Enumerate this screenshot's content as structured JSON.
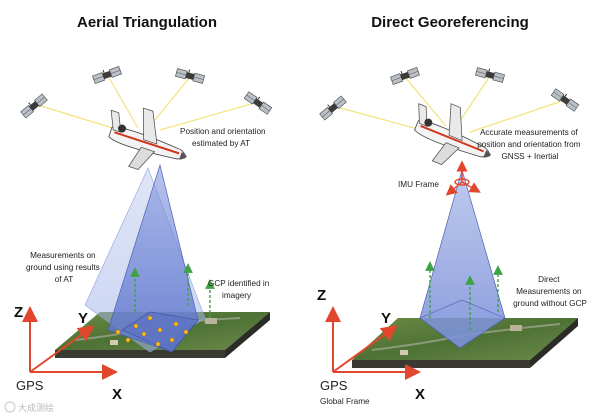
{
  "left_panel": {
    "title": "Aerial Triangulation",
    "annotations": {
      "position": [
        "Position and orientation",
        "estimated by AT"
      ],
      "measurements": [
        "Measurements on",
        "ground using results",
        "of AT"
      ],
      "gcp": [
        "GCP identified in",
        "imagery"
      ]
    },
    "axes": {
      "z": "Z",
      "y": "Y",
      "x": "X"
    },
    "gps_label": "GPS"
  },
  "right_panel": {
    "title": "Direct Georeferencing",
    "annotations": {
      "accurate": [
        "Accurate measurements of",
        "position and orientation from",
        "GNSS + Inertial"
      ],
      "imu": "IMU Frame",
      "direct": [
        "Direct",
        "Measurements on",
        "ground without GCP"
      ]
    },
    "axes": {
      "z": "Z",
      "y": "Y",
      "x": "X"
    },
    "gps_label": "GPS",
    "global_frame": "Global Frame"
  },
  "watermark": "大成测绘",
  "colors": {
    "axis_red": "#e2462c",
    "beam_blue": "#6f86d6",
    "signal_yellow": "#f4e27a",
    "gcp_green": "#3fa346",
    "terrain_green": "#5a7f3c",
    "ground_side": "#3a3a32"
  }
}
